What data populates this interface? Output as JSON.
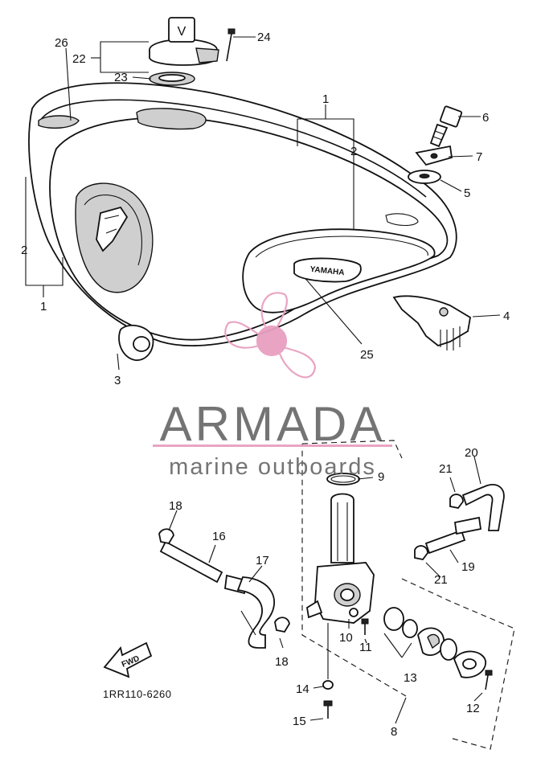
{
  "diagram": {
    "reference_code": "1RR110-6260",
    "fwd_label": "FWD",
    "emblem_text": "YAMAHA",
    "labels": {
      "l1a": "1",
      "l1b": "1",
      "l2a": "2",
      "l2b": "2",
      "l3": "3",
      "l4": "4",
      "l5": "5",
      "l6": "6",
      "l7": "7",
      "l8": "8",
      "l9": "9",
      "l10": "10",
      "l11": "11",
      "l12": "12",
      "l13": "13",
      "l14": "14",
      "l15": "15",
      "l16": "16",
      "l17": "17",
      "l18a": "18",
      "l18b": "18",
      "l19": "19",
      "l20": "20",
      "l21a": "21",
      "l21b": "21",
      "l22": "22",
      "l23": "23",
      "l24": "24",
      "l25": "25",
      "l26": "26"
    }
  },
  "watermark": {
    "brand": "ARMADA",
    "tagline": "marine outboards",
    "brand_color": "#6d6d6d",
    "accent_color": "#e8a0c0"
  }
}
